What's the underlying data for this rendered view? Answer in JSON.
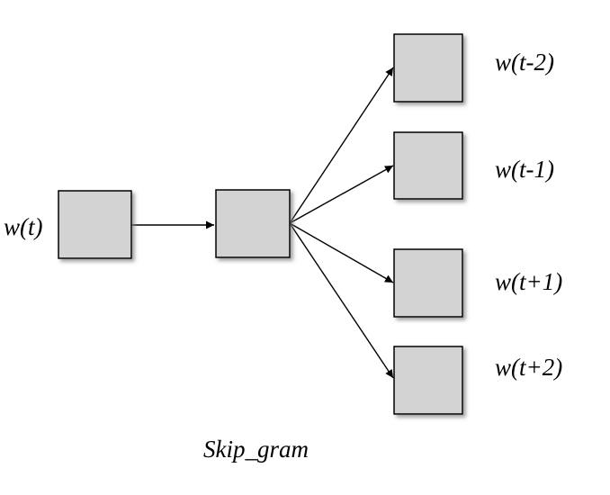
{
  "diagram": {
    "caption": "Skip_gram",
    "input": {
      "label": "w(t)"
    },
    "outputs": [
      {
        "label": "w(t-2)"
      },
      {
        "label": "w(t-1)"
      },
      {
        "label": "w(t+1)"
      },
      {
        "label": "w(t+2)"
      }
    ],
    "colors": {
      "box_fill": "#d3d3d3",
      "box_stroke": "#000000",
      "shadow": "#9a9a9a",
      "arrow": "#000000"
    }
  }
}
